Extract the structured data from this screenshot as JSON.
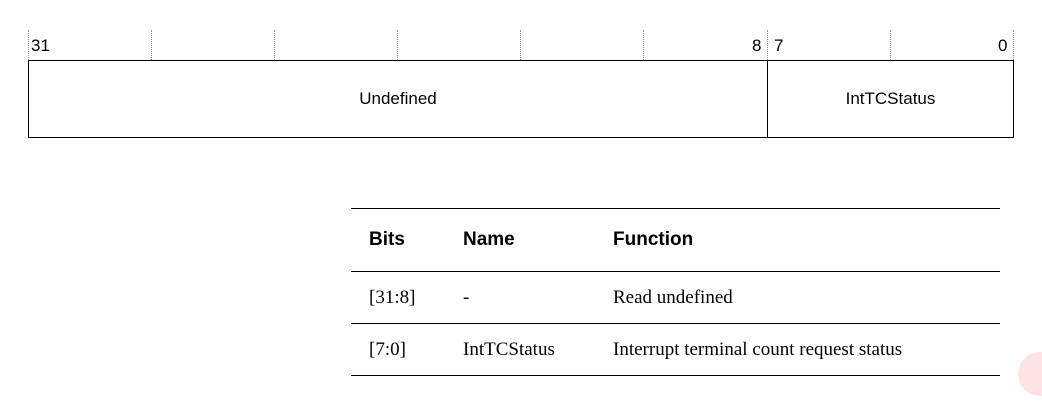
{
  "register": {
    "bit_labels": {
      "b31": "31",
      "b8": "8",
      "b7": "7",
      "b0": "0"
    },
    "fields": [
      {
        "name": "Undefined",
        "bits": "31:8"
      },
      {
        "name": "IntTCStatus",
        "bits": "7:0"
      }
    ]
  },
  "table": {
    "headers": [
      "Bits",
      "Name",
      "Function"
    ],
    "rows": [
      [
        "[31:8]",
        "-",
        "Read undefined"
      ],
      [
        "[7:0]",
        "IntTCStatus",
        "Interrupt terminal count request status"
      ]
    ]
  }
}
